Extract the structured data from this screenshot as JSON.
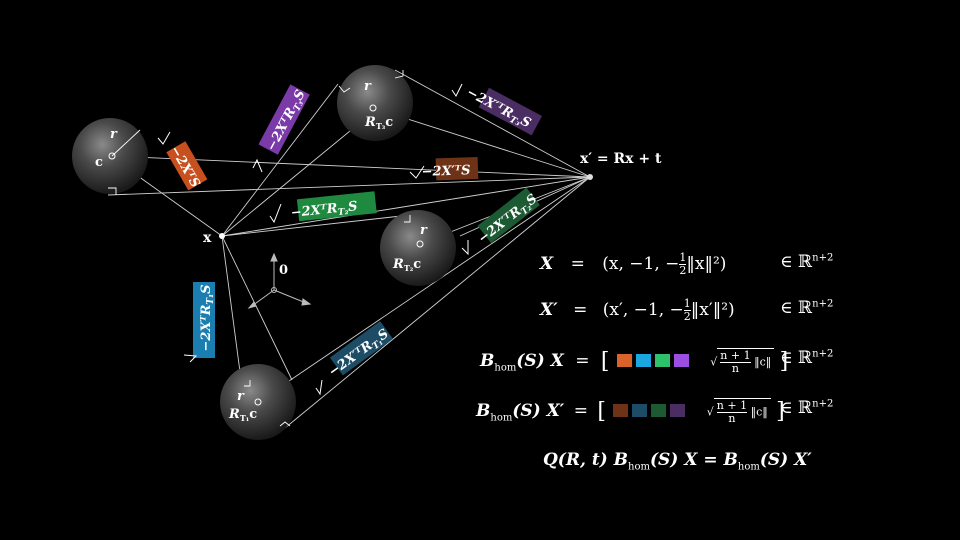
{
  "diagram": {
    "point_x_label": "x",
    "point_xp_label": "x′ = Rx + t",
    "origin_label": "0",
    "sphere_radius_label": "r",
    "sphere_centers": [
      "c",
      "R_{T_3}c",
      "R_{T_2}c",
      "R_{T_1}c"
    ],
    "sphere_center_main": "c",
    "sphere_center_t3_main": "R",
    "sphere_center_t3_sub": "T₃",
    "sphere_center_t2_main": "R",
    "sphere_center_t2_sub": "T₂",
    "sphere_center_t1_main": "R",
    "sphere_center_t1_sub": "T₁",
    "sphere_center_suffix": "c",
    "labels": {
      "orange": "−2XᵀS",
      "purple": "−2XᵀR",
      "purple_sub": "T₃",
      "purple_tail": "S",
      "green": "−2XᵀR",
      "green_sub": "T₂",
      "green_tail": "S",
      "blue": "−2XᵀR",
      "blue_sub": "T₁",
      "blue_tail": "S",
      "brown": "−2X′ᵀS",
      "dpurple": "−2X′ᵀR",
      "dpurple_sub": "T₃",
      "dpurple_tail": "S",
      "dgreen": "−2X′ᵀR",
      "dgreen_sub": "T₂",
      "dgreen_tail": "S",
      "dblue": "−2X′ᵀR",
      "dblue_sub": "T₁",
      "dblue_tail": "S"
    },
    "colors": {
      "orange": "#c8501f",
      "purple": "#7a3aa8",
      "green": "#1f8a3f",
      "blue": "#1a7fb0",
      "brown": "#6e3217",
      "dpurple": "#4a2d62",
      "dgreen": "#1c5a34",
      "dblue": "#1d4d66",
      "swatch_orange": "#d9632a",
      "swatch_blue": "#1ca6e0",
      "swatch_green": "#2ec26a",
      "swatch_purple": "#9b4fe0",
      "swatch_brown": "#6e3217",
      "swatch_dblue": "#1d4d66",
      "swatch_dgreen": "#1c5a34",
      "swatch_dpurple": "#4a2d62"
    }
  },
  "equations": {
    "eq1_lhs": "X",
    "eq1_eq": "=",
    "eq1_rhs_pre": "(x, −1, −",
    "eq1_frac_num": "1",
    "eq1_frac_den": "2",
    "eq1_rhs_post": "‖x‖²)",
    "eq1_space": "∈ ℝ",
    "eq1_exp": "n+2",
    "eq2_lhs": "X′",
    "eq2_eq": "=",
    "eq2_rhs_pre": "(x′, −1, −",
    "eq2_frac_num": "1",
    "eq2_frac_den": "2",
    "eq2_rhs_post": "‖x′‖²)",
    "eq2_space": "∈ ℝ",
    "eq2_exp": "n+2",
    "eq3_B": "B",
    "eq3_sub": "hom",
    "eq3_mid": "(S) X",
    "eq3_eq": "=",
    "eq3_sqrt_num": "n + 1",
    "eq3_sqrt_den": "n",
    "eq3_norm": "‖c‖",
    "eq3_space": "∈ ℝ",
    "eq3_exp": "n+2",
    "eq4_B": "B",
    "eq4_sub": "hom",
    "eq4_mid": "(S) X′",
    "eq4_eq": "=",
    "eq4_sqrt_num": "n + 1",
    "eq4_sqrt_den": "n",
    "eq4_norm": "‖c‖",
    "eq4_space": "∈ ℝ",
    "eq4_exp": "n+2",
    "eq5_pre": "Q(R, t) B",
    "eq5_sub1": "hom",
    "eq5_mid": "(S) X = B",
    "eq5_sub2": "hom",
    "eq5_post": "(S) X′"
  }
}
